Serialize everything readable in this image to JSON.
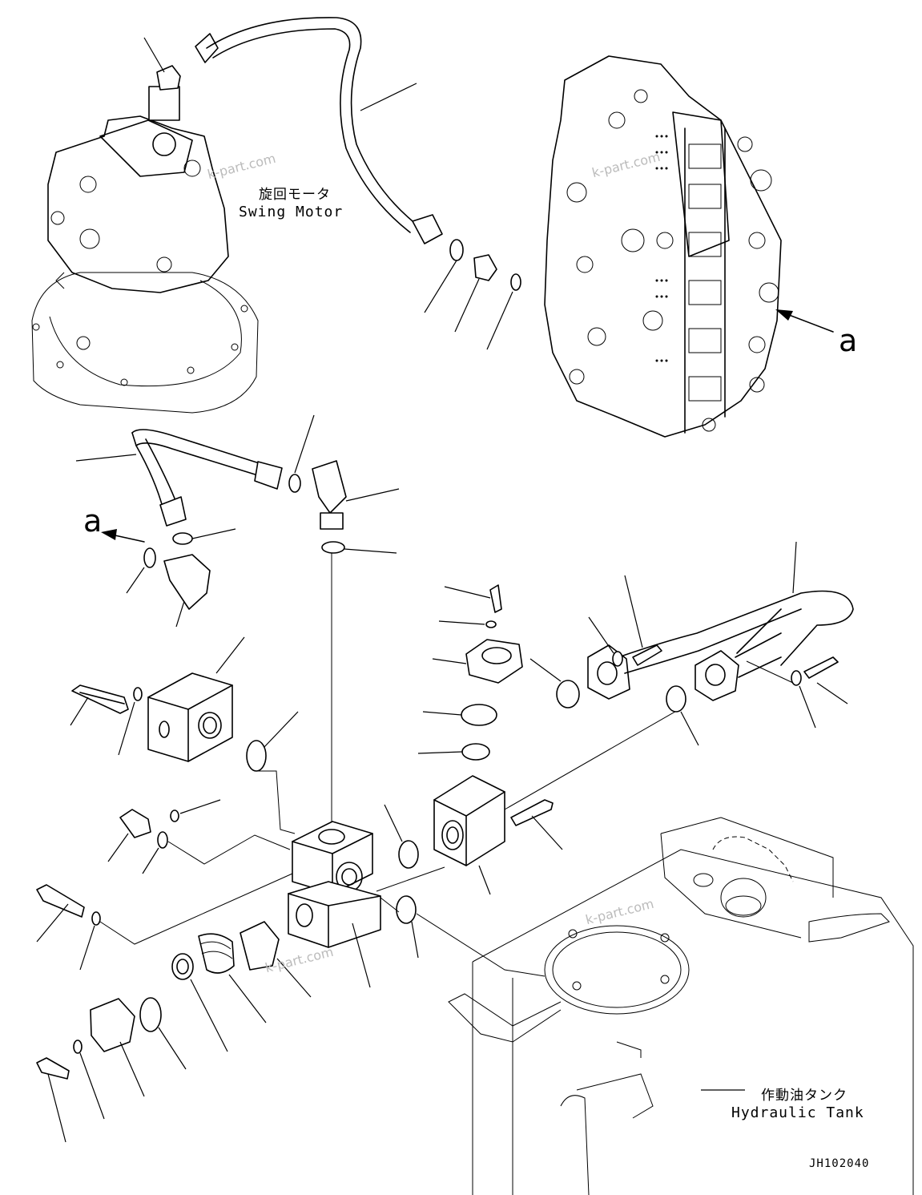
{
  "labels": {
    "swing_motor_jp": "旋回モータ",
    "swing_motor_en": "Swing Motor",
    "hydraulic_tank_jp": "作動油タンク",
    "hydraulic_tank_en": "Hydraulic Tank",
    "callout_a_top": "a",
    "callout_a_left": "a",
    "drawing_code": "JH102040"
  },
  "watermarks": [
    "k-part.com",
    "k-part.com",
    "k-part.com"
  ],
  "icons": [
    "swing-motor",
    "control-valve",
    "hydraulic-tank",
    "hose",
    "elbow-fitting",
    "o-ring",
    "bolt",
    "washer",
    "valve-block",
    "flange",
    "cover-plate",
    "spring",
    "plug"
  ]
}
